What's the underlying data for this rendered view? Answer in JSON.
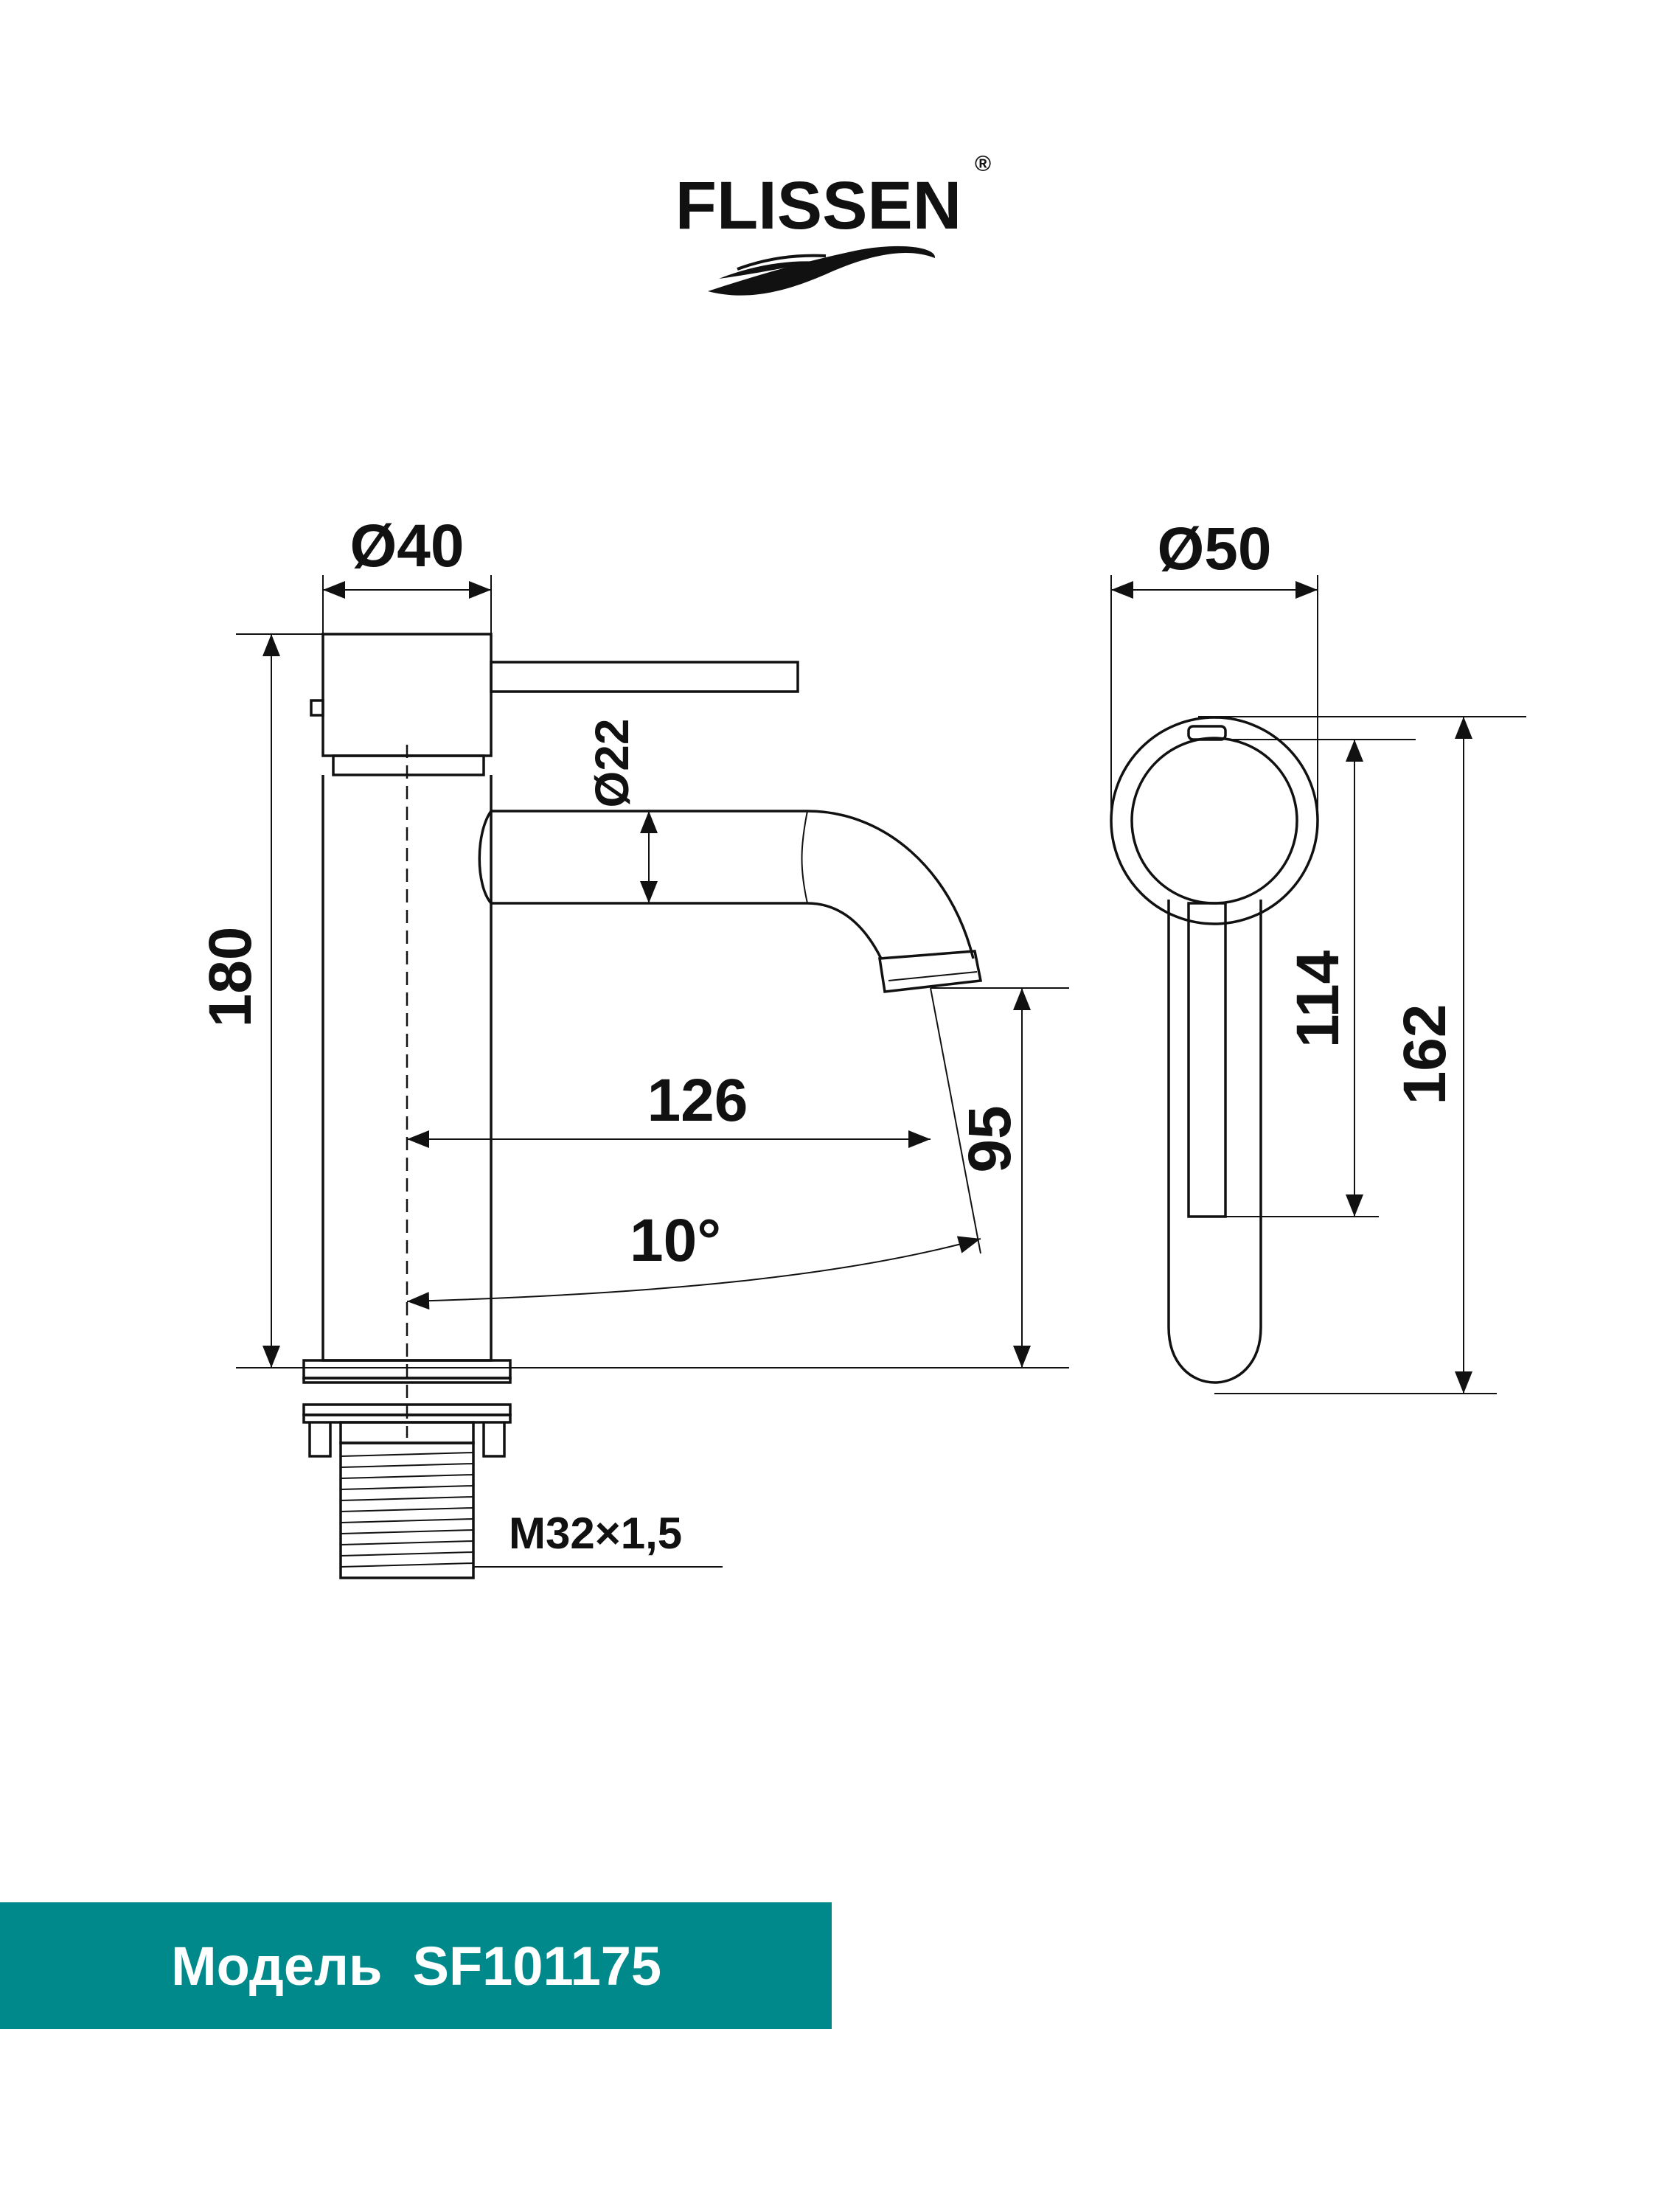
{
  "brand": {
    "name": "FLISSEN",
    "registered_mark": "®",
    "wave_color": "#111111"
  },
  "dimensions": {
    "body_diameter": "Ø40",
    "spout_diameter": "Ø22",
    "total_height": "180",
    "spout_reach": "126",
    "spout_height": "95",
    "spout_angle": "10°",
    "thread": "M32×1,5",
    "handle_diameter": "Ø50",
    "handle_length": "114",
    "handle_total": "162"
  },
  "model": {
    "label": "Модель",
    "code": "SF101175",
    "banner_color": "#00898a"
  }
}
